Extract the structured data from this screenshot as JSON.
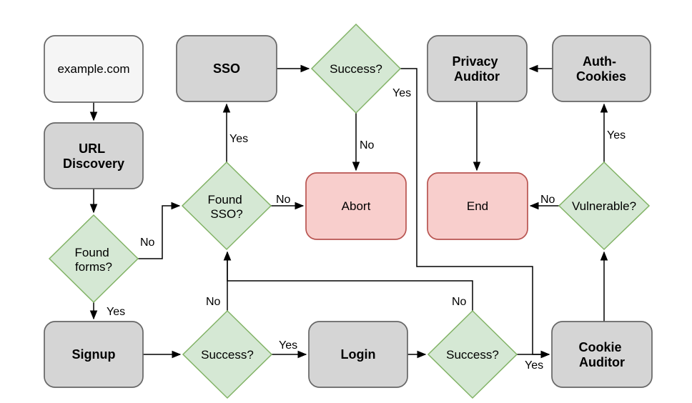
{
  "diagram": {
    "type": "flowchart",
    "colors": {
      "process_fill": "#d5d5d5",
      "process_stroke": "#666666",
      "start_fill": "#f5f5f5",
      "decision_fill": "#d5e8d4",
      "decision_stroke": "#82b366",
      "terminal_fill": "#f8cecc",
      "terminal_stroke": "#b85450",
      "edge_color": "#000000",
      "text_color": "#000000",
      "background": "#ffffff"
    },
    "nodes": {
      "example_com": {
        "type": "start",
        "label": "example.com"
      },
      "url_discovery": {
        "type": "process",
        "line1": "URL",
        "line2": "Discovery"
      },
      "found_forms": {
        "type": "decision",
        "line1": "Found",
        "line2": "forms?"
      },
      "signup": {
        "type": "process",
        "label": "Signup"
      },
      "sso": {
        "type": "process",
        "label": "SSO"
      },
      "found_sso": {
        "type": "decision",
        "line1": "Found",
        "line2": "SSO?"
      },
      "sso_success": {
        "type": "decision",
        "label": "Success?"
      },
      "abort": {
        "type": "terminal",
        "label": "Abort"
      },
      "signup_success": {
        "type": "decision",
        "label": "Success?"
      },
      "login": {
        "type": "process",
        "label": "Login"
      },
      "login_success": {
        "type": "decision",
        "label": "Success?"
      },
      "cookie_auditor": {
        "type": "process",
        "line1": "Cookie",
        "line2": "Auditor"
      },
      "vulnerable": {
        "type": "decision",
        "label": "Vulnerable?"
      },
      "auth_cookies": {
        "type": "process",
        "line1": "Auth-",
        "line2": "Cookies"
      },
      "privacy_auditor": {
        "type": "process",
        "line1": "Privacy",
        "line2": "Auditor"
      },
      "end": {
        "type": "terminal",
        "label": "End"
      }
    },
    "edges": [
      {
        "from": "example.com",
        "to": "URL Discovery",
        "label": ""
      },
      {
        "from": "URL Discovery",
        "to": "Found forms?",
        "label": ""
      },
      {
        "from": "Found forms?",
        "to": "Signup",
        "label": "Yes"
      },
      {
        "from": "Found forms?",
        "to": "Found SSO?",
        "label": "No"
      },
      {
        "from": "Found SSO?",
        "to": "SSO",
        "label": "Yes"
      },
      {
        "from": "Found SSO?",
        "to": "Abort",
        "label": "No"
      },
      {
        "from": "SSO",
        "to": "Success?",
        "label": ""
      },
      {
        "from": "Success? (SSO)",
        "to": "Abort",
        "label": "No"
      },
      {
        "from": "Success? (SSO)",
        "to": "Cookie Auditor",
        "label": "Yes"
      },
      {
        "from": "Signup",
        "to": "Success?",
        "label": ""
      },
      {
        "from": "Success? (Signup)",
        "to": "Login",
        "label": "Yes"
      },
      {
        "from": "Success? (Signup)",
        "to": "Found SSO?",
        "label": "No"
      },
      {
        "from": "Login",
        "to": "Success?",
        "label": ""
      },
      {
        "from": "Success? (Login)",
        "to": "Cookie Auditor",
        "label": "Yes"
      },
      {
        "from": "Success? (Login)",
        "to": "Found SSO?",
        "label": "No"
      },
      {
        "from": "Cookie Auditor",
        "to": "Vulnerable?",
        "label": ""
      },
      {
        "from": "Vulnerable?",
        "to": "Auth-Cookies",
        "label": "Yes"
      },
      {
        "from": "Vulnerable?",
        "to": "End",
        "label": "No"
      },
      {
        "from": "Auth-Cookies",
        "to": "Privacy Auditor",
        "label": ""
      },
      {
        "from": "Privacy Auditor",
        "to": "End",
        "label": ""
      }
    ]
  }
}
